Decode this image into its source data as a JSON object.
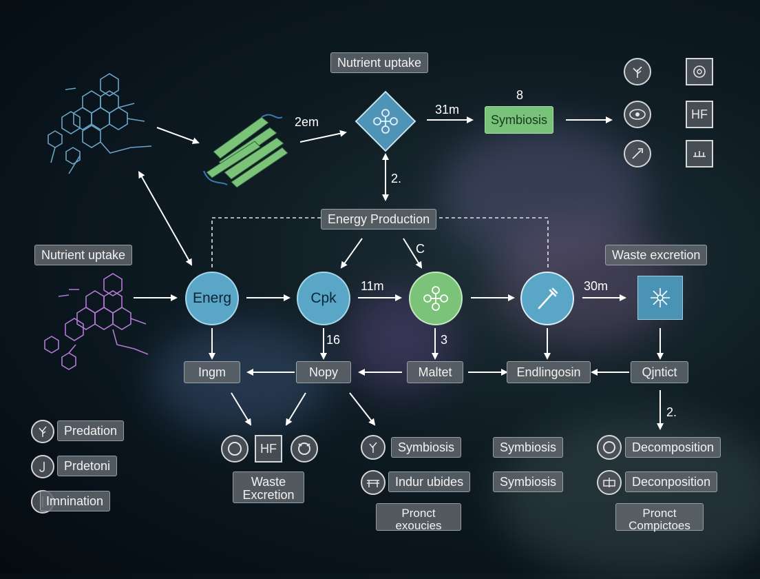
{
  "top": {
    "nutrient_uptake": "Nutrient uptake",
    "label_2em": "2em",
    "label_31m": "31m",
    "label_8": "8",
    "symbiosis": "Symbiosis",
    "label_2": "2.",
    "energy_production": "Energy Production",
    "label_c": "C"
  },
  "left": {
    "nutrient_uptake": "Nutrient uptake"
  },
  "right": {
    "waste_excretion": "Waste excretion",
    "label_30m": "30m"
  },
  "nodes": {
    "energ": "Energ",
    "cpk": "Cpk",
    "label_11m": "11m"
  },
  "row2": {
    "label_16": "16",
    "label_3": "3",
    "ingm": "Ingm",
    "nopy": "Nopy",
    "maltet": "Maltet",
    "endlingosin": "Endlingosin",
    "qjntict": "Qjntict",
    "label_2b": "2."
  },
  "legend": {
    "predation": "Predation",
    "prdetoni": "Prdetoni",
    "imnination": "Imnination"
  },
  "bottom": {
    "waste_excretion": "Waste Excretion",
    "symbiosis_1": "Symbiosis",
    "indur_ubides": "Indur ubides",
    "pronct_exoucies": "Pronct exoucies",
    "symbiosis_2": "Symbiosis",
    "symbiosis_3": "Symbiosis",
    "decomposition_1": "Decomposition",
    "decomposition_2": "Deconposition",
    "pronct_compictoes": "Pronct Compictoes",
    "hf_glyph": "HF"
  },
  "icons": {
    "right_hf": "HF"
  }
}
